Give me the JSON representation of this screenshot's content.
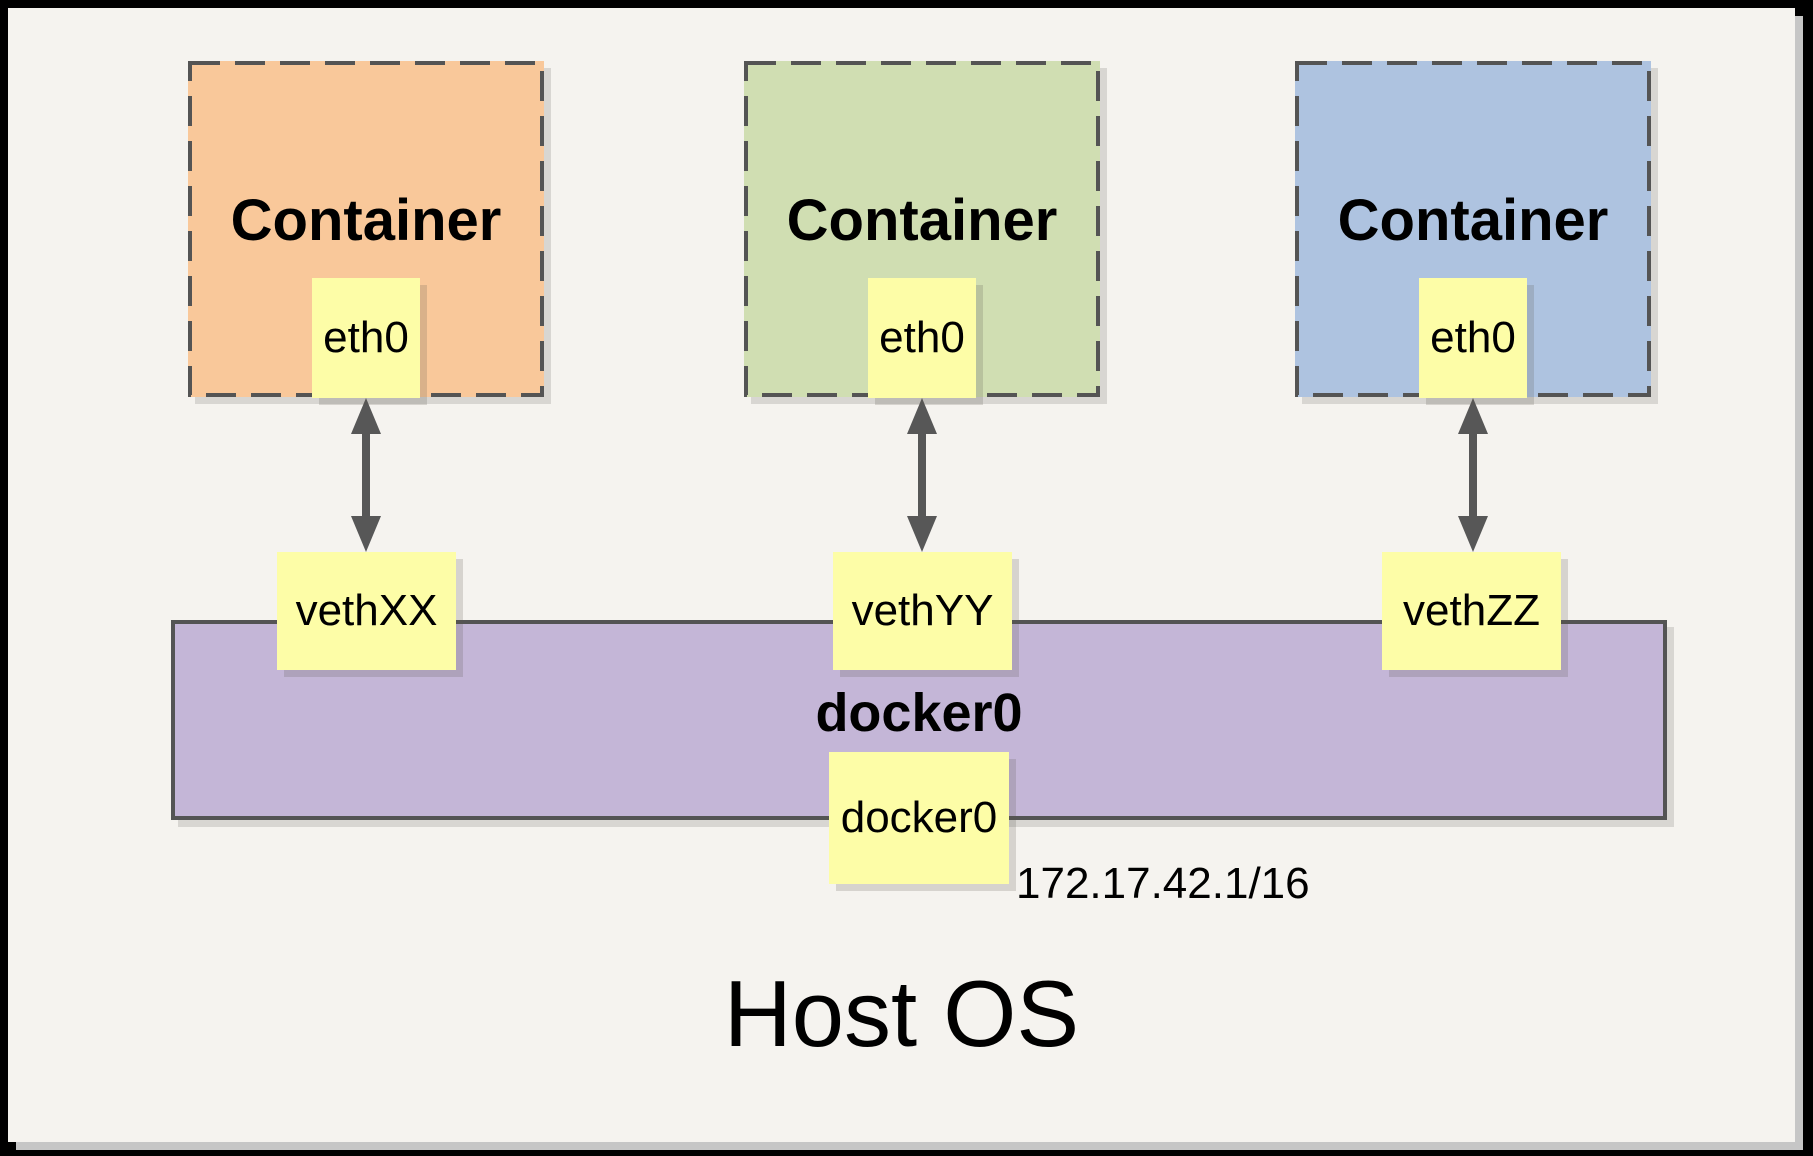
{
  "diagram": {
    "containers": [
      {
        "label": "Container",
        "interface": "eth0",
        "veth": "vethXX",
        "color": "#f9c89a"
      },
      {
        "label": "Container",
        "interface": "eth0",
        "veth": "vethYY",
        "color": "#d0deb2"
      },
      {
        "label": "Container",
        "interface": "eth0",
        "veth": "vethZZ",
        "color": "#aec3e0"
      }
    ],
    "bridge": {
      "label": "docker0",
      "interface": "docker0",
      "ip": "172.17.42.1/16",
      "color": "#c4b6d7"
    },
    "host": {
      "label": "Host OS"
    },
    "colors": {
      "note_yellow": "#fdfda7",
      "border_gray": "#545454",
      "arrow_gray": "#575757",
      "background": "#f5f3ef"
    }
  }
}
